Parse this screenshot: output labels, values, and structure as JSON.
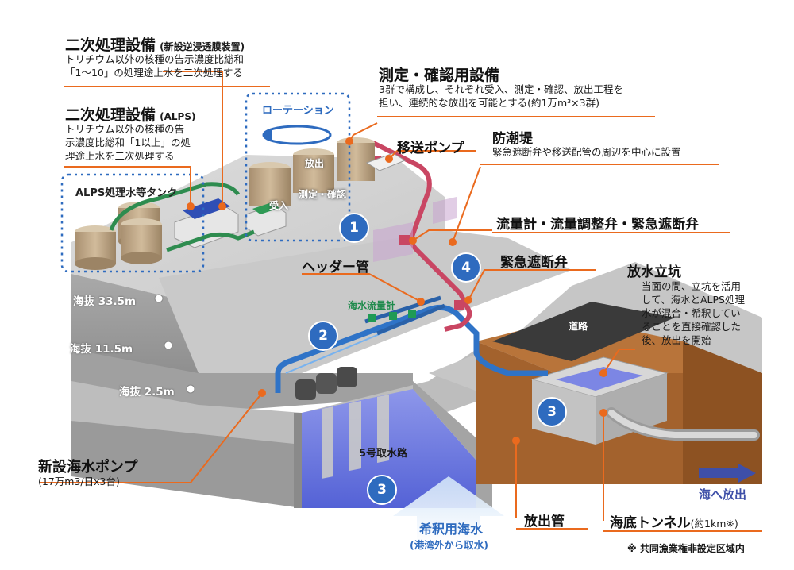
{
  "labels": {
    "secondary_ro_title": "二次処理設備",
    "secondary_ro_sub": "(新設逆浸透膜装置)",
    "secondary_ro_desc1": "トリチウム以外の核種の告示濃度比総和",
    "secondary_ro_desc2": "「1〜10」の処理途上水を二次処理する",
    "secondary_alps_title": "二次処理設備",
    "secondary_alps_sub": "(ALPS)",
    "secondary_alps_desc1": "トリチウム以外の核種の告",
    "secondary_alps_desc2": "示濃度比総和「1以上」の処",
    "secondary_alps_desc3": "理途上水を二次処理する",
    "alps_tank": "ALPS処理水等タンク",
    "rotation": "ローテーション",
    "release": "放出",
    "receive": "受入",
    "measure_confirm": "測定・確認",
    "measure_title": "測定・確認用設備",
    "measure_desc1": "3群で構成し、それぞれ受入、測定・確認、放出工程を",
    "measure_desc2": "担い、連続的な放出を可能とする(約1万m³×3群)",
    "transfer_pump": "移送ポンプ",
    "seawall_title": "防潮堤",
    "seawall_desc": "緊急遮断弁や移送配管の周辺を中心に設置",
    "flowmeter": "流量計・流量調整弁・緊急遮断弁",
    "header_pipe": "ヘッダー管",
    "emergency_valve": "緊急遮断弁",
    "seawater_flowmeter": "海水流量計",
    "shaft_title": "放水立坑",
    "shaft_desc1": "当面の間、立坑を活用",
    "shaft_desc2": "して、海水とALPS処理",
    "shaft_desc3": "水が混合・希釈してい",
    "shaft_desc4": "ることを直接確認した",
    "shaft_desc5": "後、放出を開始",
    "road": "道路",
    "alt_335": "海抜 33.5m",
    "alt_115": "海抜 11.5m",
    "alt_25": "海抜 2.5m",
    "intake": "5号取水路",
    "new_pump_title": "新設海水ポンプ",
    "new_pump_sub": "(17万m3/日x3台)",
    "dilution_title": "希釈用海水",
    "dilution_sub": "(港湾外から取水)",
    "discharge_pipe": "放出管",
    "sea_release": "海へ放出",
    "tunnel_title": "海底トンネル",
    "tunnel_sub": "(約1km※)",
    "footnote": "※ 共同漁業権非設定区域内"
  },
  "markers": {
    "m1": "1",
    "m2": "2",
    "m3a": "3",
    "m3b": "3",
    "m4": "4"
  },
  "colors": {
    "accent_orange": "#ea6a1e",
    "marker_blue": "#2e6bbf",
    "pipe_pink": "#d9556f",
    "pipe_blue": "#3f86d6",
    "water_blue": "#6f7ce0",
    "earth_brown": "#a3622d",
    "concrete": "#b9b9b9",
    "tank_tan": "#c2ab8c"
  }
}
